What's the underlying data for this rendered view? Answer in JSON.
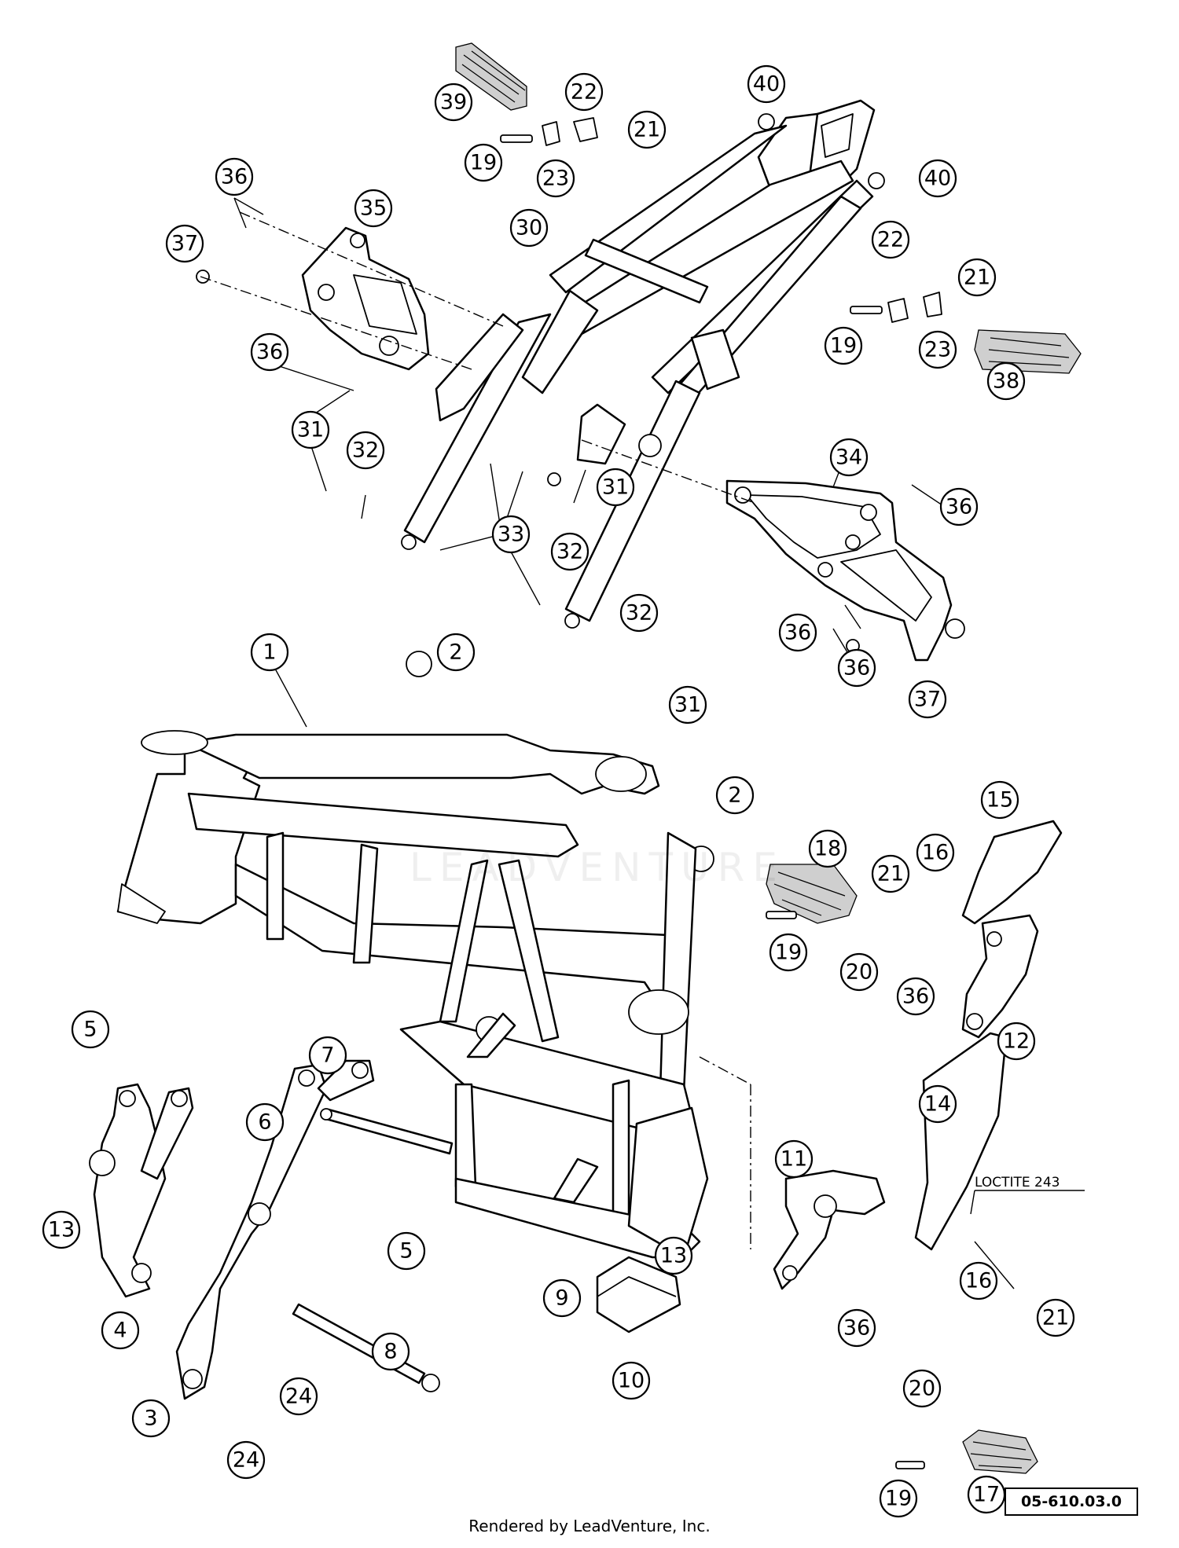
{
  "diagram": {
    "callouts": [
      "1",
      "2",
      "2",
      "3",
      "4",
      "5",
      "5",
      "6",
      "7",
      "8",
      "9",
      "10",
      "11",
      "12",
      "13",
      "13",
      "14",
      "15",
      "16",
      "16",
      "17",
      "18",
      "19",
      "19",
      "19",
      "19",
      "20",
      "20",
      "21",
      "21",
      "21",
      "21",
      "22",
      "22",
      "23",
      "23",
      "24",
      "24",
      "30",
      "31",
      "31",
      "31",
      "32",
      "32",
      "32",
      "33",
      "34",
      "35",
      "36",
      "36",
      "36",
      "36",
      "36",
      "36",
      "36",
      "37",
      "37",
      "38",
      "39",
      "40",
      "40"
    ],
    "note": "LOCTITE 243",
    "reference_number": "05-610.03.0",
    "watermark": "LEADVENTURE",
    "footer": "Rendered by LeadVenture, Inc."
  }
}
